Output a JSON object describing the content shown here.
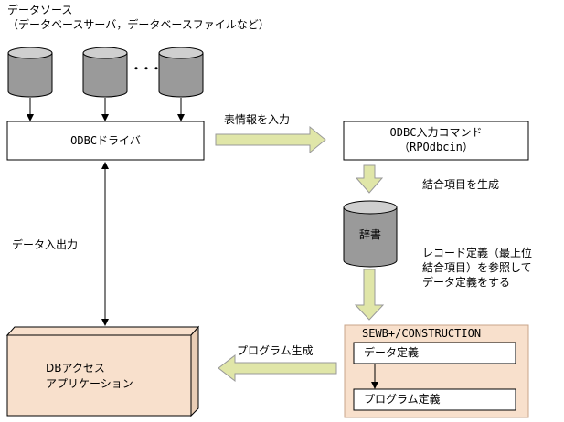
{
  "data_source": {
    "title": "データソース",
    "subtitle": "（データベースサーバ，データベースファイルなど）",
    "ellipsis": "・・・"
  },
  "odbc_driver": {
    "label": "ODBCドライバ"
  },
  "table_info_input": {
    "label": "表情報を入力"
  },
  "odbc_command": {
    "line1": "ODBC入力コマンド",
    "line2": "（RPOdbcin）"
  },
  "join_item_generate": {
    "label": "結合項目を生成"
  },
  "dictionary": {
    "label": "辞書"
  },
  "record_note": {
    "line1": "レコード定義（最上位",
    "line2": "結合項目）を参照して",
    "line3": "データ定義をする"
  },
  "data_io": {
    "label": "データ入出力"
  },
  "sewb_panel": {
    "title": "SEWB+/CONSTRUCTION",
    "data_def": "データ定義",
    "program_def": "プログラム定義"
  },
  "program_generate": {
    "label": "プログラム生成"
  },
  "db_app": {
    "line1": "DBアクセス",
    "line2": "アプリケーション"
  },
  "colors": {
    "arrow_fill": "#e0e6a8",
    "panel_fill": "#f8e0cc",
    "box_fill": "#ffffff",
    "cylinder_fill": "#9a9a9a"
  }
}
